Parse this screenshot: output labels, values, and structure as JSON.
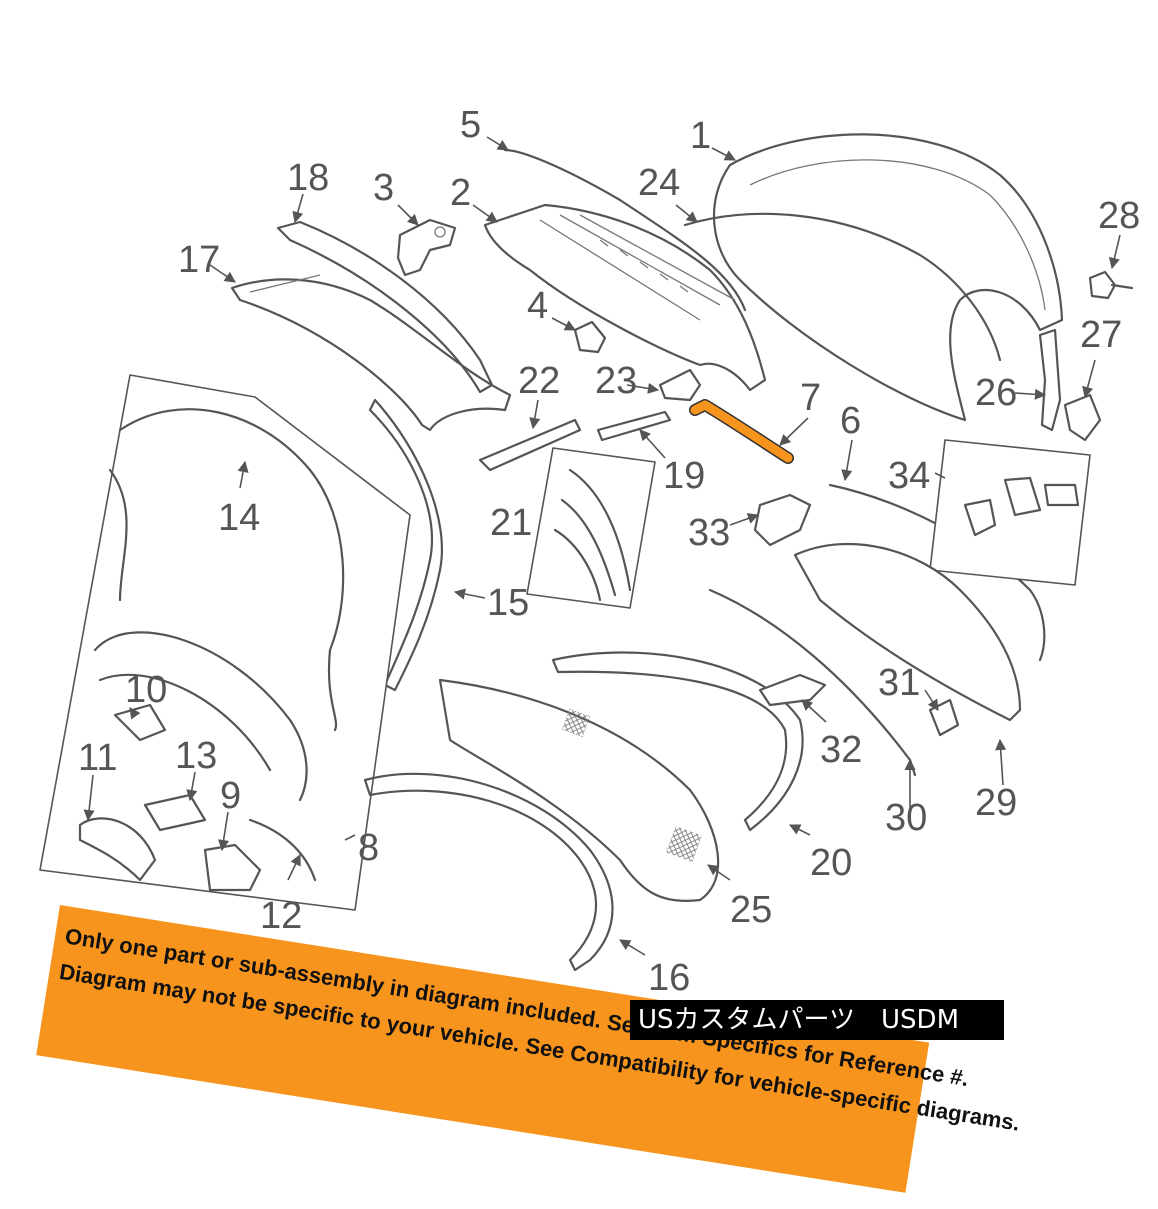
{
  "callouts": {
    "c1": "1",
    "c2": "2",
    "c3": "3",
    "c4": "4",
    "c5": "5",
    "c6": "6",
    "c7": "7",
    "c8": "8",
    "c9": "9",
    "c10": "10",
    "c11": "11",
    "c12": "12",
    "c13": "13",
    "c14": "14",
    "c15": "15",
    "c16": "16",
    "c17": "17",
    "c18": "18",
    "c19": "19",
    "c20": "20",
    "c21": "21",
    "c22": "22",
    "c23": "23",
    "c24": "24",
    "c25": "25",
    "c26": "26",
    "c27": "27",
    "c28": "28",
    "c29": "29",
    "c30": "30",
    "c31": "31",
    "c32": "32",
    "c33": "33",
    "c34": "34"
  },
  "disclaimer": {
    "line1": "Only one part or sub-assembly in diagram included. See Item Specifics for Reference #.",
    "line2": "Diagram may not be specific to your vehicle. See Compatibility for vehicle-specific diagrams."
  },
  "watermark": "USカスタムパーツ　USDM",
  "colors": {
    "highlight": "#f7941d",
    "line": "#555555",
    "banner": "#f7941d"
  },
  "highlighted_part": "7"
}
